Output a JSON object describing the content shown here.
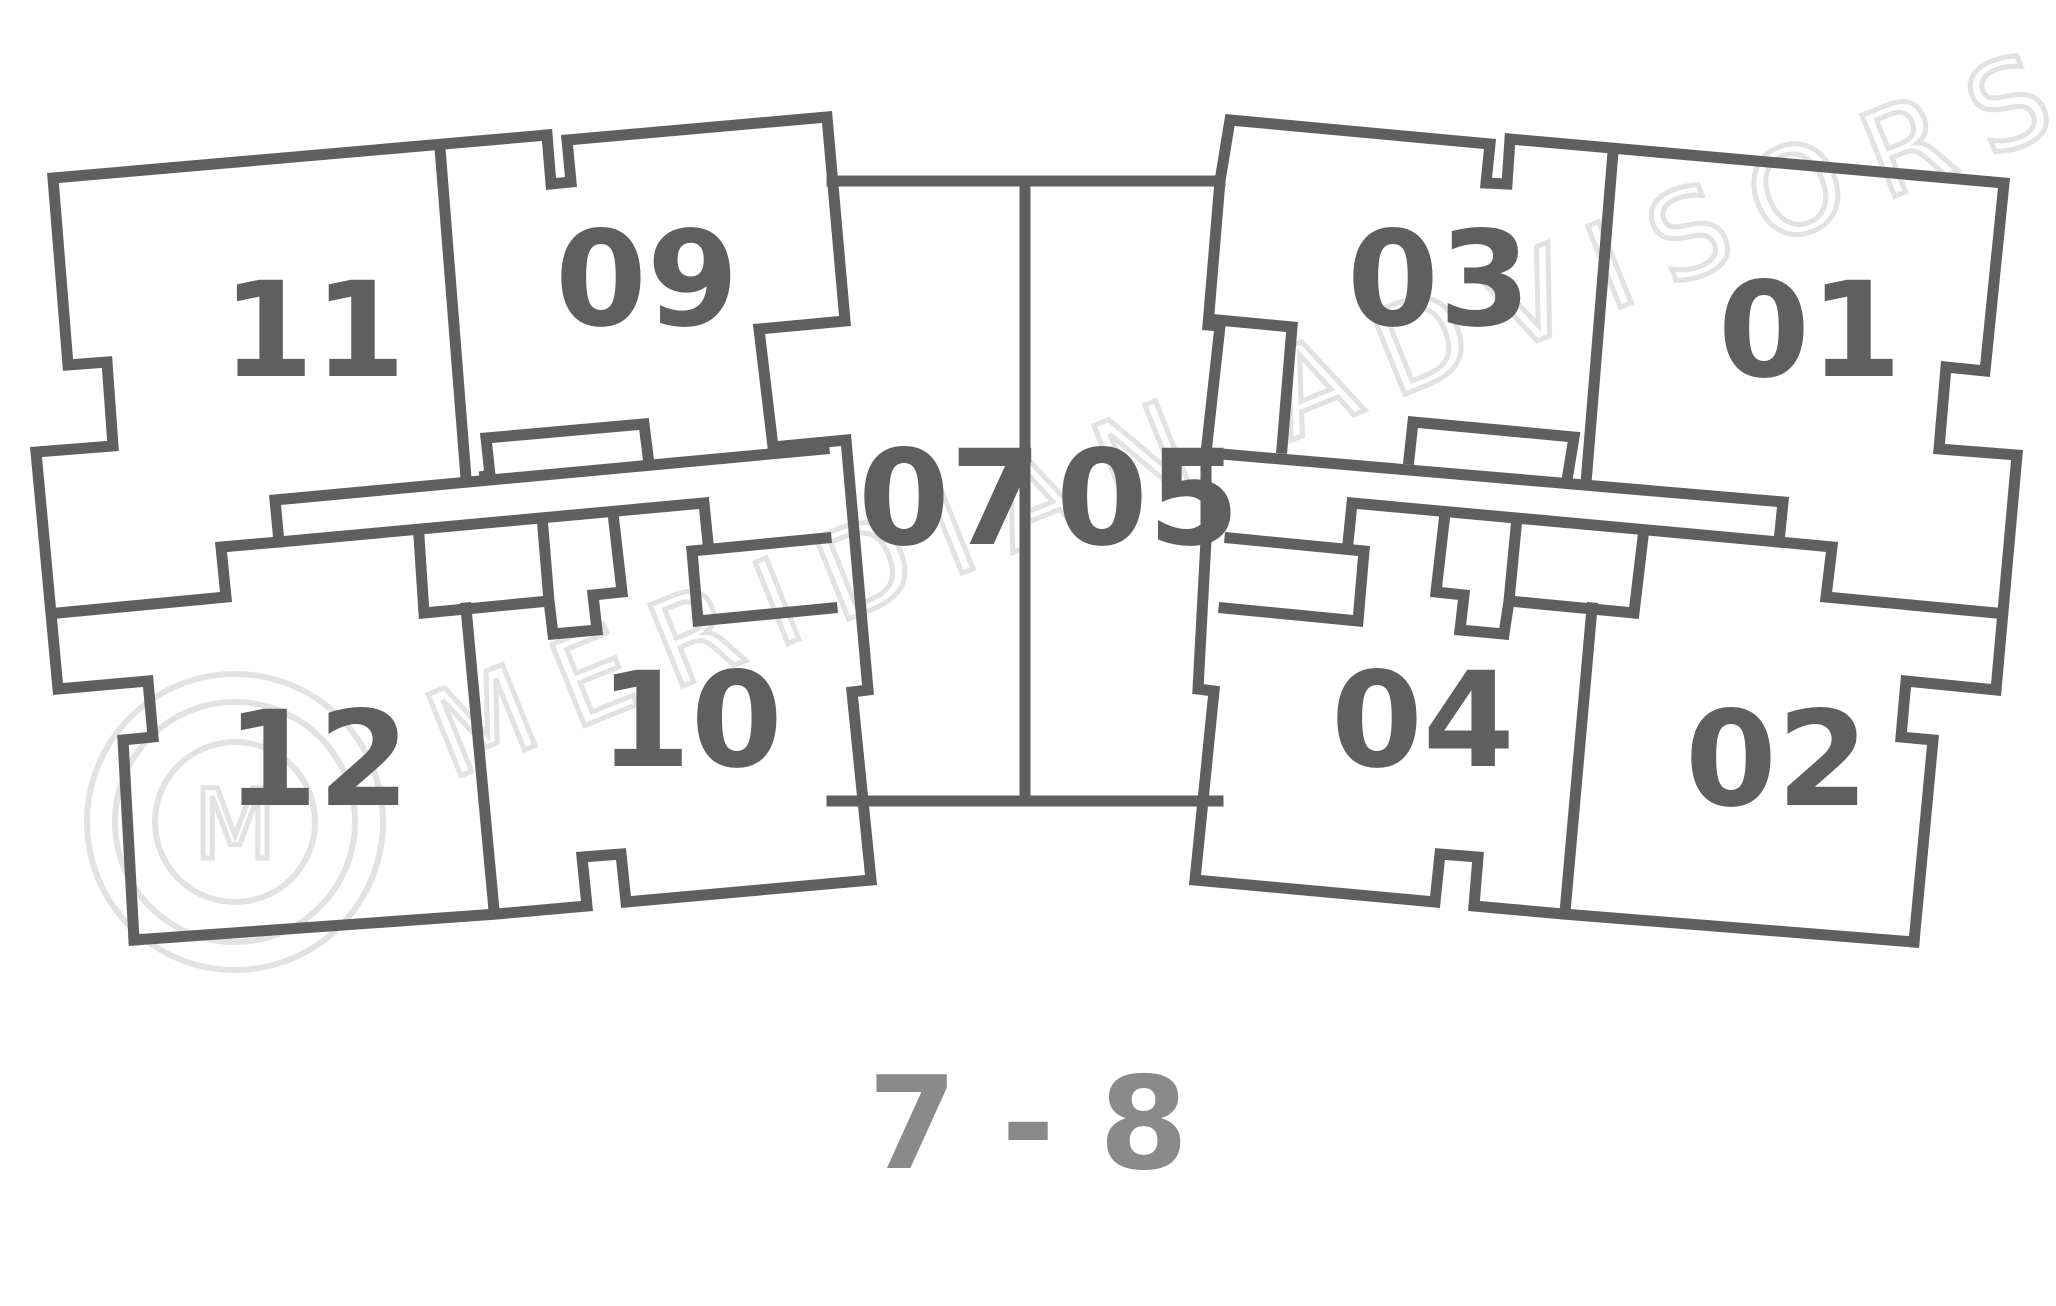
{
  "diagram": {
    "units": [
      {
        "id": "unit-01",
        "label": "01"
      },
      {
        "id": "unit-02",
        "label": "02"
      },
      {
        "id": "unit-03",
        "label": "03"
      },
      {
        "id": "unit-04",
        "label": "04"
      },
      {
        "id": "unit-05",
        "label": "05"
      },
      {
        "id": "unit-07",
        "label": "07"
      },
      {
        "id": "unit-09",
        "label": "09"
      },
      {
        "id": "unit-10",
        "label": "10"
      },
      {
        "id": "unit-11",
        "label": "11"
      },
      {
        "id": "unit-12",
        "label": "12"
      }
    ],
    "floors": "7 - 8",
    "watermark": {
      "text": "MERIDIAN ADVISORS",
      "logo_letter": "M"
    },
    "colors": {
      "walls": "#5f5f5f",
      "floor_label": "#8a8a8a",
      "watermark": "#e2e2e2"
    }
  }
}
